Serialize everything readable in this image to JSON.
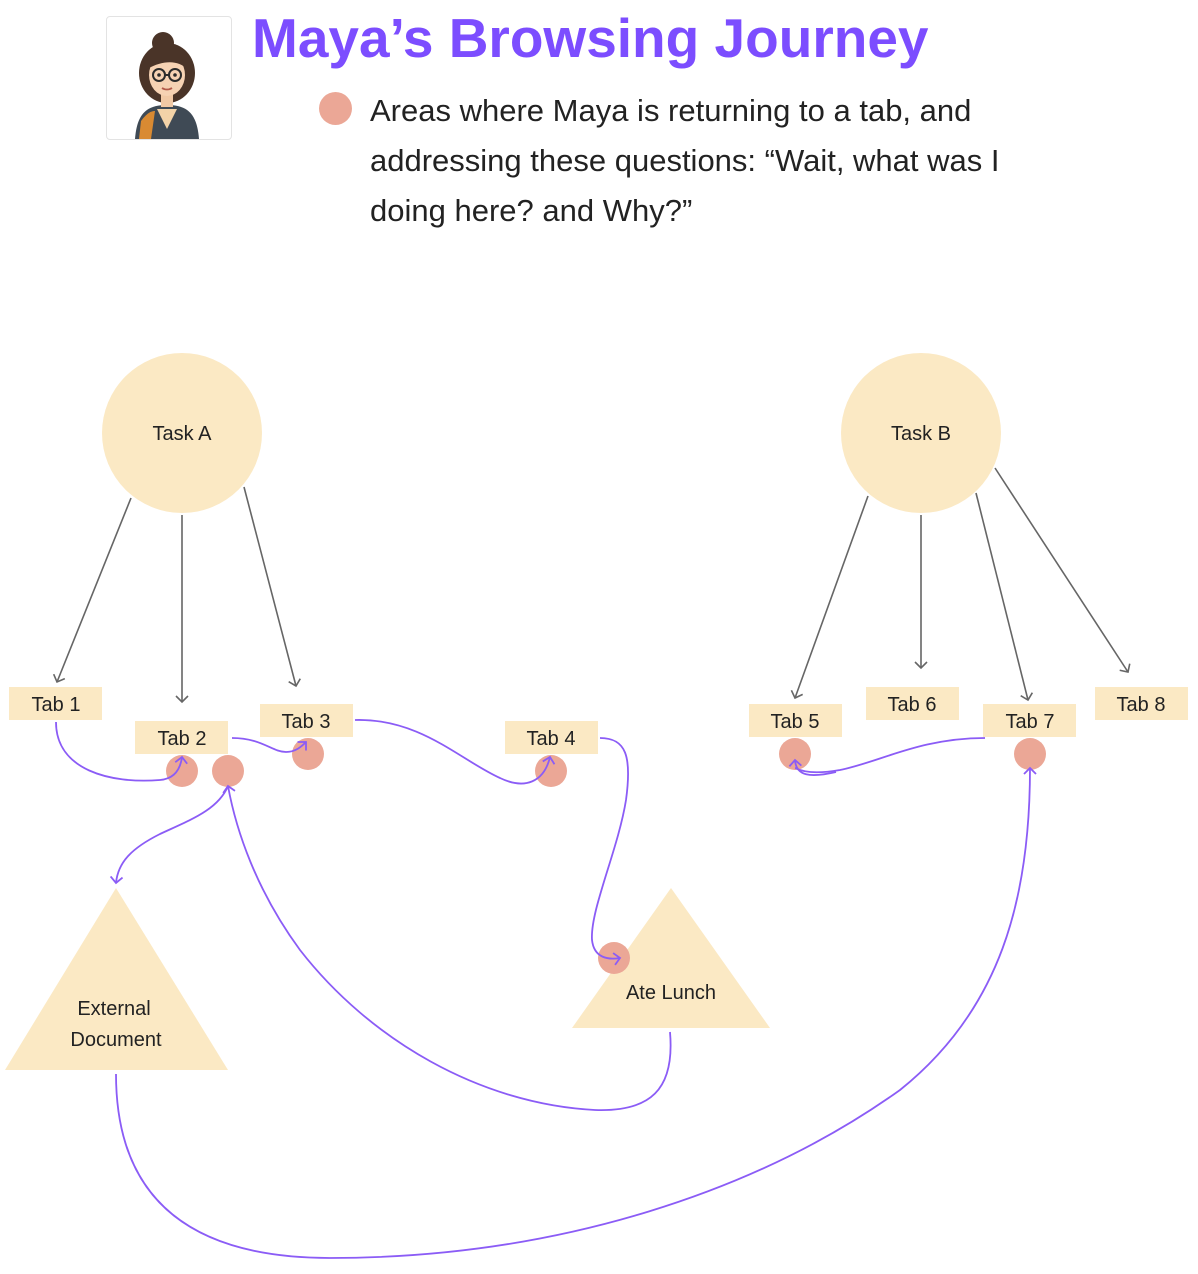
{
  "header": {
    "title": "Maya’s Browsing Journey",
    "legend_text": "Areas where Maya is returning to a tab, and addressing these questions: “Wait, what was I doing here? and Why?”"
  },
  "colors": {
    "title": "#7c4dff",
    "task_node": "#fbe9c4",
    "tab_box": "#fbe9c4",
    "return_marker": "#eba796",
    "journey_line": "#8b5cf6",
    "hierarchy_arrow": "#666666"
  },
  "tasks": [
    {
      "id": "task-a",
      "label": "Task A"
    },
    {
      "id": "task-b",
      "label": "Task B"
    }
  ],
  "tabs": [
    {
      "id": "tab-1",
      "label": "Tab 1"
    },
    {
      "id": "tab-2",
      "label": "Tab 2"
    },
    {
      "id": "tab-3",
      "label": "Tab 3"
    },
    {
      "id": "tab-4",
      "label": "Tab 4"
    },
    {
      "id": "tab-5",
      "label": "Tab 5"
    },
    {
      "id": "tab-6",
      "label": "Tab 6"
    },
    {
      "id": "tab-7",
      "label": "Tab 7"
    },
    {
      "id": "tab-8",
      "label": "Tab 8"
    }
  ],
  "activities": [
    {
      "id": "external-document",
      "label_line1": "External",
      "label_line2": "Document"
    },
    {
      "id": "ate-lunch",
      "label_line1": "Ate Lunch"
    }
  ]
}
